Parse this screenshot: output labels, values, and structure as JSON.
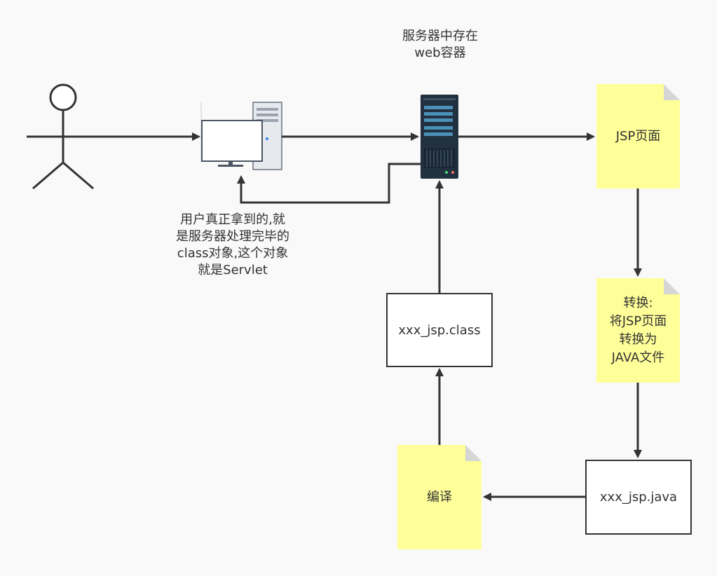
{
  "colors": {
    "background": "#f9f9f9",
    "stroke": "#333333",
    "note_fill": "#ffff99",
    "note_fold": "#d6d6d6",
    "box_fill": "#ffffff",
    "server_body": "#22313f",
    "server_accent": "#4a90b8",
    "monitor_frame": "#4b5563"
  },
  "icons": {
    "user": "stick-figure-actor-icon",
    "client": "desktop-computer-icon",
    "server": "rack-server-icon"
  },
  "labels": {
    "server_caption_line1": "服务器中存在",
    "server_caption_line2": "web容器",
    "return_caption_line1": "用户真正拿到的,就",
    "return_caption_line2": "是服务器处理完毕的",
    "return_caption_line3": "class对象,这个对象",
    "return_caption_line4": "就是Servlet"
  },
  "nodes": {
    "jsp_page": "JSP页面",
    "convert_line1": "转换:",
    "convert_line2": "将JSP页面",
    "convert_line3": "转换为",
    "convert_line4": "JAVA文件",
    "java_file": "xxx_jsp.java",
    "compile": "编译",
    "class_file": "xxx_jsp.class"
  }
}
